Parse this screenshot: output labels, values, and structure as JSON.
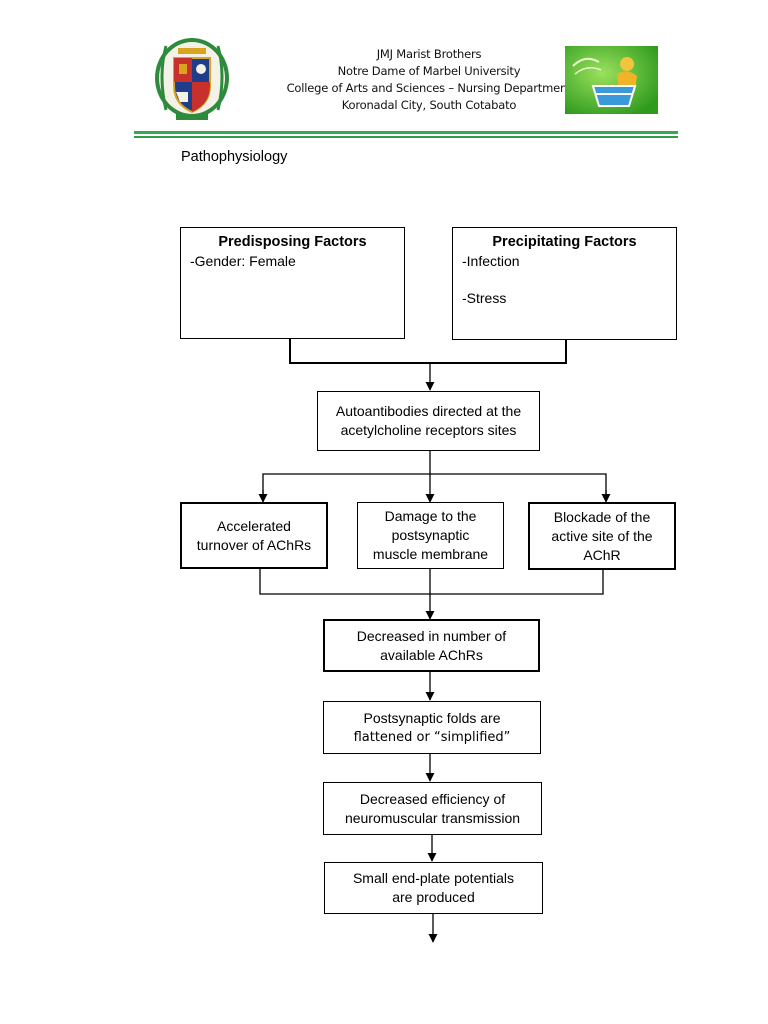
{
  "header": {
    "lines": [
      "JMJ Marist Brothers",
      "Notre Dame of Marbel University",
      "College of Arts and Sciences – Nursing Department",
      "Koronadal City, South Cotabato"
    ],
    "seal_logo": "university-seal-logo",
    "brand_logo": "nursing-department-logo",
    "colors": {
      "rule": "#34a853",
      "brand_bg": "#3fae2a",
      "seal_red": "#c8302c",
      "seal_blue": "#1f3d8a",
      "seal_gold": "#d9a520"
    }
  },
  "section_title": "Pathophysiology",
  "diagram": {
    "predisposing": {
      "title": "Predisposing Factors",
      "items": [
        "-Gender: Female"
      ]
    },
    "precipitating": {
      "title": "Precipitating Factors",
      "items": [
        "-Infection",
        "-Stress"
      ]
    },
    "autoantibodies": [
      "Autoantibodies directed at the",
      "acetylcholine receptors sites"
    ],
    "accelerated": [
      "Accelerated",
      "turnover of AChRs"
    ],
    "damage": [
      "Damage to the",
      "postsynaptic",
      "muscle membrane"
    ],
    "blockade": [
      "Blockade of the",
      "active site of the",
      "AChR"
    ],
    "decreased_number": [
      "Decreased in number of",
      "available AChRs"
    ],
    "postsynaptic_folds": [
      "Postsynaptic folds are",
      "flattened or “simplified”"
    ],
    "decreased_efficiency": [
      "Decreased efficiency of",
      "neuromuscular transmission"
    ],
    "small_endplate": [
      "Small end-plate potentials",
      "are produced"
    ]
  }
}
